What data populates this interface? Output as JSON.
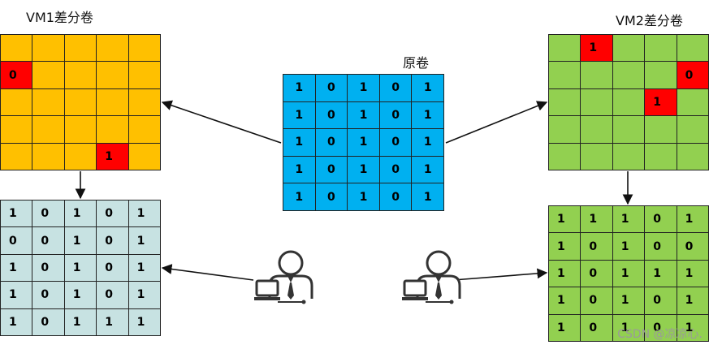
{
  "labels": {
    "vm1": "VM1差分卷",
    "vm2": "VM2差分卷",
    "base": "原卷"
  },
  "watermark": "CSDN @凉凉心.",
  "colors": {
    "orange": "#ffc000",
    "red": "#ff0000",
    "blue": "#00b0f0",
    "green": "#92d050",
    "lightblue": "#c7e2e2",
    "grid_line": "#222222",
    "arrow": "#111111"
  },
  "grids": {
    "vm1_diff": [
      [
        "",
        "",
        "",
        "",
        ""
      ],
      [
        "0",
        "",
        "",
        "",
        ""
      ],
      [
        "",
        "",
        "",
        "",
        ""
      ],
      [
        "",
        "",
        "",
        "",
        ""
      ],
      [
        "",
        "",
        "",
        "1",
        ""
      ]
    ],
    "vm2_diff": [
      [
        "",
        "1",
        "",
        "",
        ""
      ],
      [
        "",
        "",
        "",
        "",
        "0"
      ],
      [
        "",
        "",
        "",
        "1",
        ""
      ],
      [
        "",
        "",
        "",
        "",
        ""
      ],
      [
        "",
        "",
        "",
        "",
        ""
      ]
    ],
    "base": [
      [
        "1",
        "0",
        "1",
        "0",
        "1"
      ],
      [
        "1",
        "0",
        "1",
        "0",
        "1"
      ],
      [
        "1",
        "0",
        "1",
        "0",
        "1"
      ],
      [
        "1",
        "0",
        "1",
        "0",
        "1"
      ],
      [
        "1",
        "0",
        "1",
        "0",
        "1"
      ]
    ],
    "vm1_view": [
      [
        "1",
        "0",
        "1",
        "0",
        "1"
      ],
      [
        "0",
        "0",
        "1",
        "0",
        "1"
      ],
      [
        "1",
        "0",
        "1",
        "0",
        "1"
      ],
      [
        "1",
        "0",
        "1",
        "0",
        "1"
      ],
      [
        "1",
        "0",
        "1",
        "1",
        "1"
      ]
    ],
    "vm2_view": [
      [
        "1",
        "1",
        "1",
        "0",
        "1"
      ],
      [
        "1",
        "0",
        "1",
        "0",
        "0"
      ],
      [
        "1",
        "0",
        "1",
        "1",
        "1"
      ],
      [
        "1",
        "0",
        "1",
        "0",
        "1"
      ],
      [
        "1",
        "0",
        "1",
        "0",
        "1"
      ]
    ]
  },
  "icons": {
    "vm1_user": "user-computer-icon",
    "vm2_user": "user-computer-icon"
  }
}
